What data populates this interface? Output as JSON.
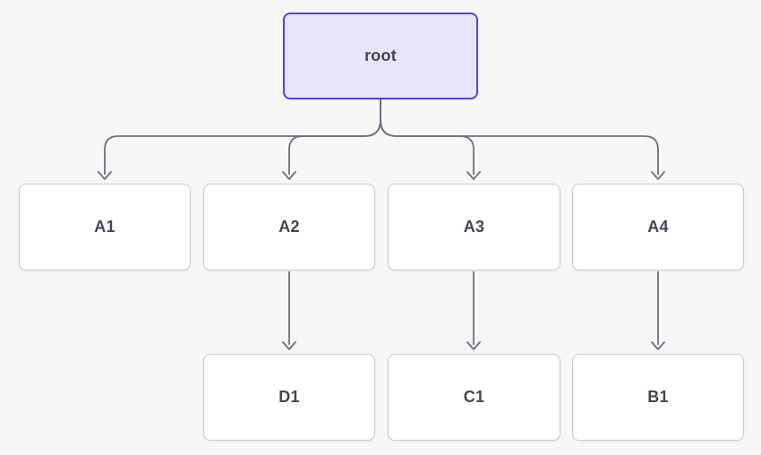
{
  "diagram": {
    "type": "tree",
    "colors": {
      "background": "#f7f7f8",
      "connector": "#6f6e7e",
      "root_fill": "#e9e5f8",
      "root_border": "#5b45d2",
      "node_fill": "#ffffff",
      "node_border": "#c9c9d3",
      "text": "#454456"
    },
    "nodes": {
      "root": {
        "label": "root"
      },
      "a1": {
        "label": "A1"
      },
      "a2": {
        "label": "A2"
      },
      "a3": {
        "label": "A3"
      },
      "a4": {
        "label": "A4"
      },
      "d1": {
        "label": "D1"
      },
      "c1": {
        "label": "C1"
      },
      "b1": {
        "label": "B1"
      }
    },
    "edges": [
      {
        "from": "root",
        "to": "A1"
      },
      {
        "from": "root",
        "to": "A2"
      },
      {
        "from": "root",
        "to": "A3"
      },
      {
        "from": "root",
        "to": "A4"
      },
      {
        "from": "A2",
        "to": "D1"
      },
      {
        "from": "A3",
        "to": "C1"
      },
      {
        "from": "A4",
        "to": "B1"
      }
    ]
  }
}
